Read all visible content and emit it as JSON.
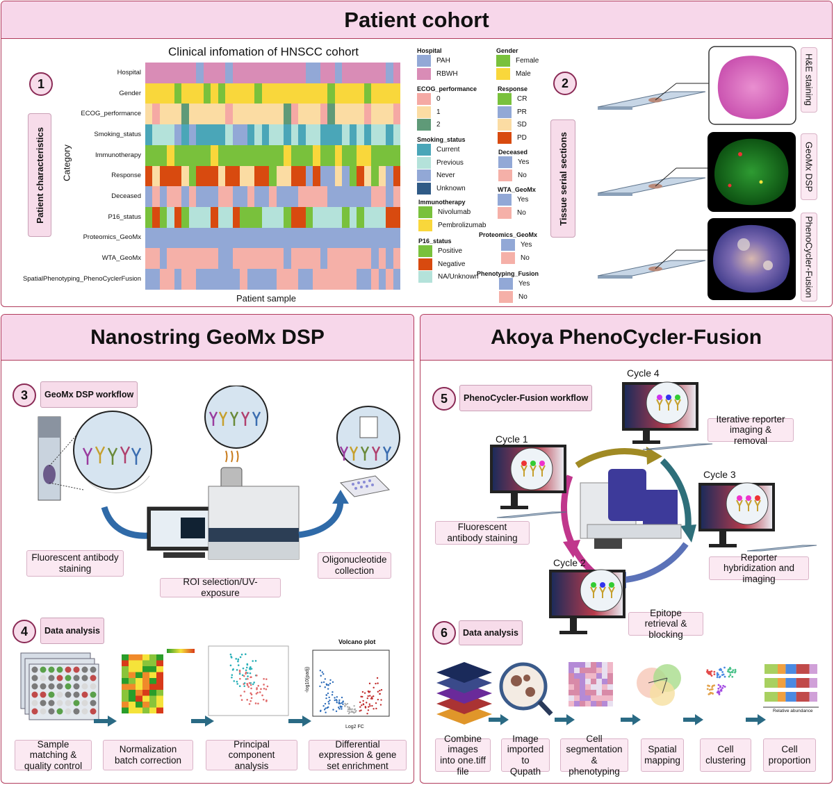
{
  "top": {
    "title": "Patient cohort",
    "step1": "1",
    "step2": "2",
    "patient_characteristics": "Patient characteristics",
    "tissue_serial_sections": "Tissue serial sections",
    "stains": [
      "H&E staining",
      "GeoMx DSP",
      "PhenoCycler-Fusion"
    ]
  },
  "heatmap": {
    "title": "Clinical infomation of HNSCC cohort",
    "ylabel": "Category",
    "xlabel": "Patient sample",
    "rows": [
      "Hospital",
      "Gender",
      "ECOG_performance",
      "Smoking_status",
      "Immunotherapy",
      "Response",
      "Deceased",
      "P16_status",
      "Proteomics_GeoMx",
      "WTA_GeoMx",
      "SpatialPhenotyping_PhenoCyclerFusion"
    ]
  },
  "legend": {
    "groups": [
      {
        "title": "Hospital",
        "items": [
          {
            "label": "PAH",
            "color": "#92a8d6"
          },
          {
            "label": "RBWH",
            "color": "#d98cb6"
          }
        ]
      },
      {
        "title": "ECOG_performance",
        "items": [
          {
            "label": "0",
            "color": "#f5a9a4"
          },
          {
            "label": "1",
            "color": "#fbdca3"
          },
          {
            "label": "2",
            "color": "#5f9a78"
          }
        ]
      },
      {
        "title": "Smoking_status",
        "items": [
          {
            "label": "Current",
            "color": "#4aa6b8"
          },
          {
            "label": "Previous",
            "color": "#b4e2da"
          },
          {
            "label": "Never",
            "color": "#92a8d6"
          },
          {
            "label": "Unknown",
            "color": "#2f5a86"
          }
        ]
      },
      {
        "title": "Immunotherapy",
        "items": [
          {
            "label": "Nivolumab",
            "color": "#79c13c"
          },
          {
            "label": "Pembrolizumab",
            "color": "#f9d73b"
          }
        ]
      },
      {
        "title": "P16_status",
        "items": [
          {
            "label": "Positive",
            "color": "#79c13c"
          },
          {
            "label": "Negative",
            "color": "#d84a0f"
          },
          {
            "label": "NA/Unknown",
            "color": "#b4e2da"
          }
        ]
      },
      {
        "title": "Gender",
        "items": [
          {
            "label": "Female",
            "color": "#79c13c"
          },
          {
            "label": "Male",
            "color": "#f9d73b"
          }
        ]
      },
      {
        "title": "Response",
        "items": [
          {
            "label": "CR",
            "color": "#79c13c"
          },
          {
            "label": "PR",
            "color": "#92a8d6"
          },
          {
            "label": "SD",
            "color": "#fbdca3"
          },
          {
            "label": "PD",
            "color": "#d84a0f"
          }
        ]
      },
      {
        "title": "Deceased",
        "items": [
          {
            "label": "Yes",
            "color": "#92a8d6"
          },
          {
            "label": "No",
            "color": "#f5b0a8"
          }
        ]
      },
      {
        "title": "WTA_GeoMx",
        "items": [
          {
            "label": "Yes",
            "color": "#92a8d6"
          },
          {
            "label": "No",
            "color": "#f5b0a8"
          }
        ]
      },
      {
        "title": "Proteomics_GeoMx",
        "items": [
          {
            "label": "Yes",
            "color": "#92a8d6"
          },
          {
            "label": "No",
            "color": "#f5b0a8"
          }
        ]
      },
      {
        "title": "Phenotyping_Fusion",
        "items": [
          {
            "label": "Yes",
            "color": "#92a8d6"
          },
          {
            "label": "No",
            "color": "#f5b0a8"
          }
        ]
      }
    ]
  },
  "geomx": {
    "title": "Nanostring GeoMx DSP",
    "step3": "3",
    "workflow": "GeoMx DSP workflow",
    "staining": "Fluorescent antibody staining",
    "roi": "ROI selection/UV-exposure",
    "oligo": "Oligonucleotide collection",
    "step4": "4",
    "analysis": "Data analysis",
    "volcano_title": "Volcano plot",
    "volcano_x": "Log2 FC",
    "volcano_y": "-log10(padj)",
    "steps": [
      "Sample matching & quality control",
      "Normalization batch correction",
      "Principal component analysis",
      "Differential expression & gene set enrichment"
    ]
  },
  "akoya": {
    "title": "Akoya PhenoCycler-Fusion",
    "step5": "5",
    "workflow": "PhenoCycler-Fusion workflow",
    "cycles": [
      "Cycle 1",
      "Cycle 2",
      "Cycle 3",
      "Cycle 4"
    ],
    "iterative": "Iterative reporter imaging & removal",
    "staining": "Fluorescent antibody staining",
    "reporter": "Reporter hybridization and imaging",
    "epitope": "Epitope retrieval & blocking",
    "step6": "6",
    "analysis": "Data analysis",
    "abundance": "Relative abundance",
    "steps": [
      "Combine images into one.tiff file",
      "Image imported to Qupath",
      "Cell segmentation & phenotyping",
      "Spatial mapping",
      "Cell clustering",
      "Cell proportion"
    ]
  }
}
